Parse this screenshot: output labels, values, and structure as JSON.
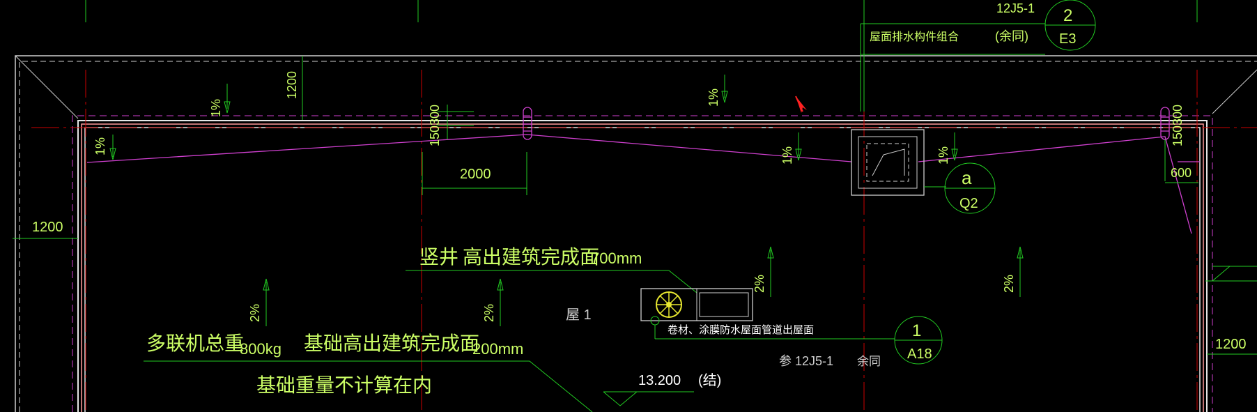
{
  "colors": {
    "background": "#000000",
    "white": "#ffffff",
    "green": "#22cc22",
    "yellow_green": "#ccff66",
    "magenta": "#d040d0",
    "red": "#cc0000",
    "pink": "#ff9999",
    "cyan": "#00e0e0",
    "cursor": "#ff2222"
  },
  "slopes": {
    "s1": "1%",
    "s2": "1%",
    "s3": "1%",
    "s4": "1%",
    "s5": "1%",
    "v1": "2%",
    "v2": "2%",
    "v3": "2%",
    "v4": "2%"
  },
  "dimensions": {
    "d1200_top": "1200",
    "d1500_left": "150300",
    "d1500_right": "150300",
    "d2000": "2000",
    "d600": "600",
    "d1200_left": "1200",
    "d1200_right": "1200"
  },
  "callout_top": {
    "ref": "12J5-1",
    "text": "屋面排水构件组合",
    "note": "(余同)",
    "bubble_top": "2",
    "bubble_bottom": "E3"
  },
  "callout_q": {
    "top": "a",
    "bottom": "Q2"
  },
  "shaft_note": {
    "text1": "竖井",
    "text2": "高出建筑完成面",
    "value": "700mm"
  },
  "roof_label": "屋 1",
  "pipe_note": {
    "text": "卷材、涂膜防水屋面管道出屋面",
    "ref": "参 12J5-1",
    "note": "余同",
    "bubble_top": "1",
    "bubble_bottom": "A18"
  },
  "unit_note": {
    "text1": "多联机总重",
    "weight": "800kg",
    "text2": "基础高出建筑完成面",
    "height": "200mm",
    "text3": "基础重量不计算在内"
  },
  "elevation": {
    "value": "13.200",
    "note": "(结)"
  }
}
